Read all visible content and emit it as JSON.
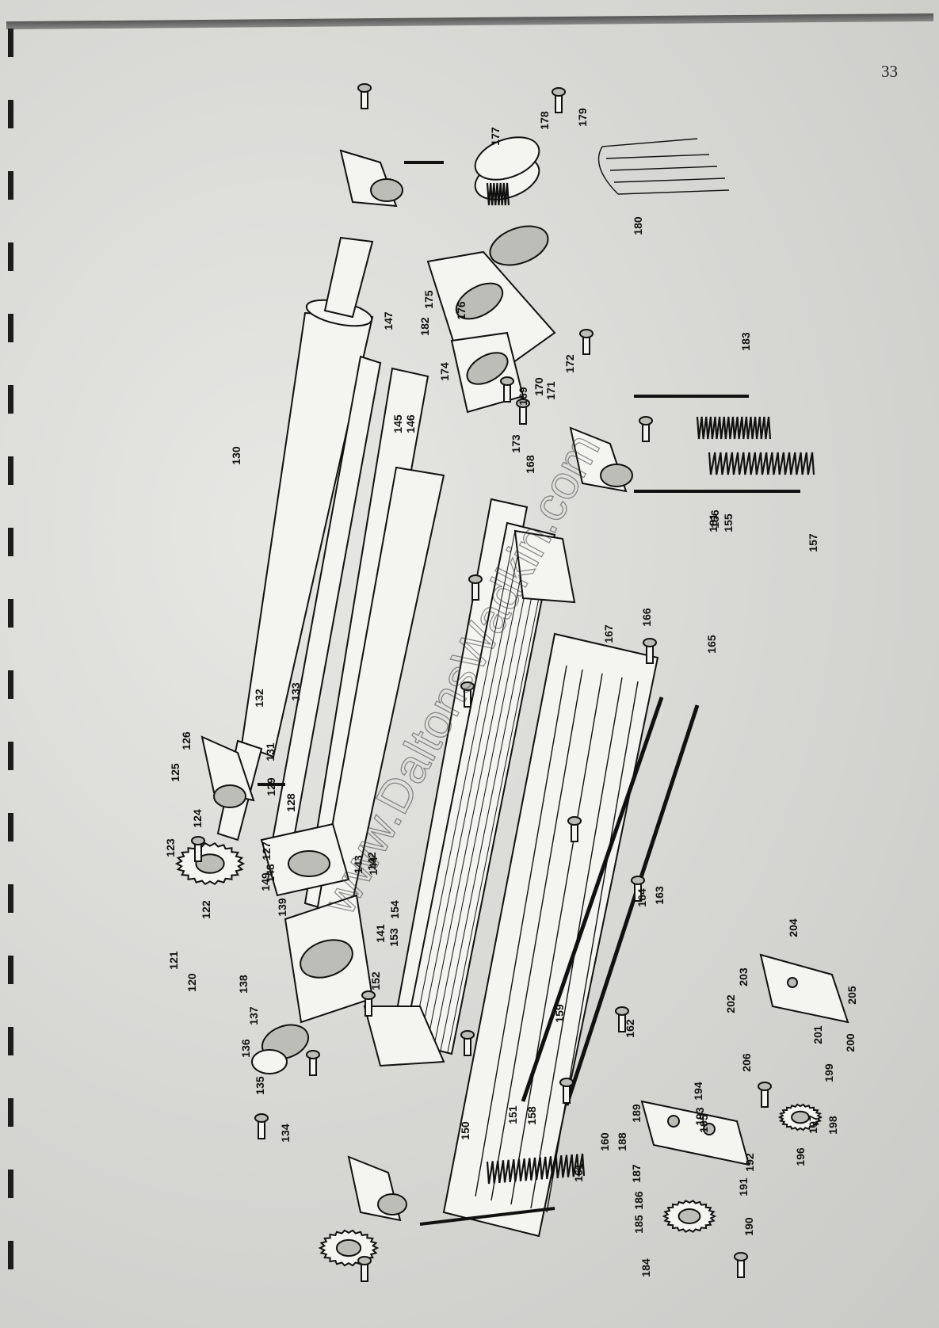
{
  "page_number": "33",
  "watermark": "www.DaltonsWadkin.com",
  "callouts": [
    "120",
    "121",
    "122",
    "123",
    "124",
    "125",
    "126",
    "127",
    "128",
    "129",
    "130",
    "131",
    "132",
    "133",
    "134",
    "135",
    "136",
    "137",
    "138",
    "139",
    "141",
    "142",
    "143",
    "144",
    "145",
    "146",
    "147",
    "148",
    "149",
    "150",
    "151",
    "152",
    "153",
    "154",
    "155",
    "156",
    "157",
    "158",
    "159",
    "160",
    "161",
    "162",
    "163",
    "164",
    "165",
    "166",
    "167",
    "168",
    "169",
    "170",
    "171",
    "172",
    "173",
    "174",
    "175",
    "176",
    "177",
    "178",
    "179",
    "180",
    "181",
    "182",
    "183",
    "184",
    "185",
    "186",
    "187",
    "188",
    "189",
    "190",
    "191",
    "192",
    "193",
    "194",
    "195",
    "196",
    "197",
    "198",
    "199",
    "200",
    "201",
    "202",
    "203",
    "204",
    "205",
    "206"
  ]
}
